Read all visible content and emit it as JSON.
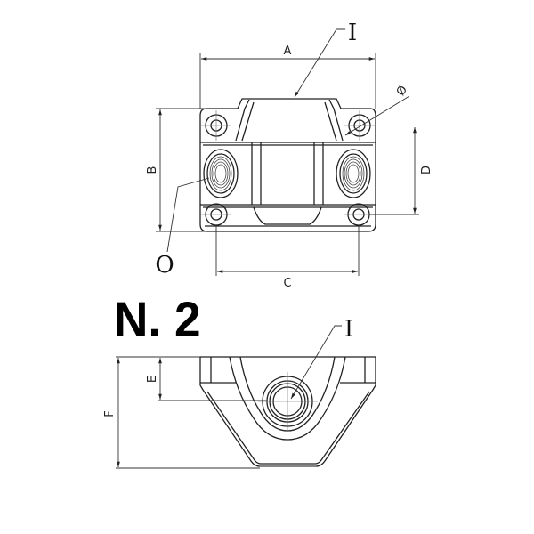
{
  "top_view": {
    "dim_a": "A",
    "dim_b": "B",
    "dim_c": "C",
    "dim_d": "D",
    "diameter": "Ø",
    "callout_inlet": "I",
    "callout_outlet": "O"
  },
  "title": "N. 2",
  "side_view": {
    "dim_e": "E",
    "dim_f": "F",
    "callout_inlet": "I"
  }
}
